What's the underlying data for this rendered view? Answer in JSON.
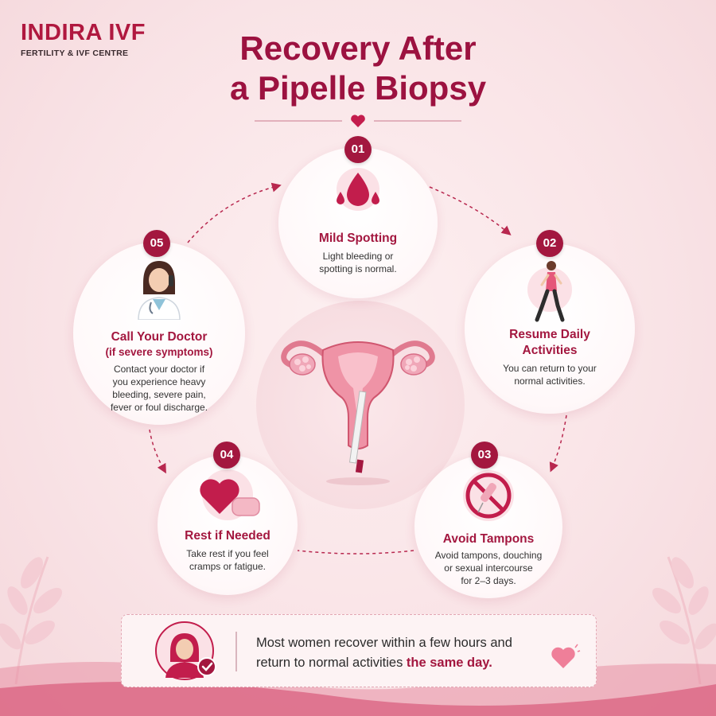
{
  "brand": {
    "name": "INDIRA IVF",
    "tagline": "FERTILITY & IVF CENTRE",
    "color": "#a3173f"
  },
  "title": {
    "line1": "Recovery After",
    "line2": "a Pipelle Biopsy"
  },
  "steps": [
    {
      "number": "01",
      "title": "Mild Spotting",
      "subtitle": "",
      "text_lines": [
        "Light bleeding or",
        "spotting is normal."
      ],
      "icon": "blood-drop-icon"
    },
    {
      "number": "02",
      "title_lines": [
        "Resume Daily",
        "Activities"
      ],
      "text_lines": [
        "You can return to your",
        "normal activities."
      ],
      "icon": "walking-woman-icon"
    },
    {
      "number": "03",
      "title": "Avoid Tampons",
      "text_lines": [
        "Avoid tampons, douching",
        "or sexual intercourse",
        "for 2–3 days."
      ],
      "icon": "no-tampon-icon"
    },
    {
      "number": "04",
      "title": "Rest if Needed",
      "text_lines": [
        "Take rest if you feel",
        "cramps or fatigue."
      ],
      "icon": "heart-pillow-icon"
    },
    {
      "number": "05",
      "title": "Call Your Doctor",
      "subtitle": "(if severe symptoms)",
      "text_lines": [
        "Contact your doctor if",
        "you experience heavy",
        "bleeding, severe pain,",
        "fever or foul discharge."
      ],
      "icon": "doctor-on-phone-icon"
    }
  ],
  "center_icon": "uterus-with-pipelle-icon",
  "banner": {
    "line1": "Most women recover within a few hours and",
    "line2_prefix": "return to normal activities ",
    "line2_highlight": "the same day.",
    "icon": "woman-checkmark-icon",
    "heart_icon": "heart-icon"
  },
  "colors": {
    "primary": "#a3173f",
    "background": "#f9e3e6",
    "accent_pink": "#e0607e"
  }
}
